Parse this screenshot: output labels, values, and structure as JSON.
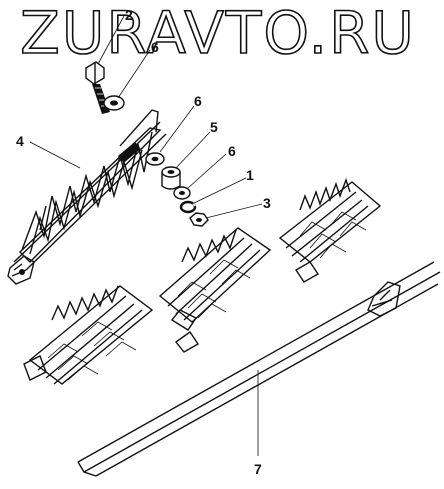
{
  "watermark": "ZURAVTO.RU",
  "callouts": [
    {
      "id": "c2",
      "text": "2"
    },
    {
      "id": "c6a",
      "text": "6"
    },
    {
      "id": "c4",
      "text": "4"
    },
    {
      "id": "c6b",
      "text": "6"
    },
    {
      "id": "c5",
      "text": "5"
    },
    {
      "id": "c6c",
      "text": "6"
    },
    {
      "id": "c1",
      "text": "1"
    },
    {
      "id": "c3",
      "text": "3"
    },
    {
      "id": "c7",
      "text": "7"
    }
  ]
}
